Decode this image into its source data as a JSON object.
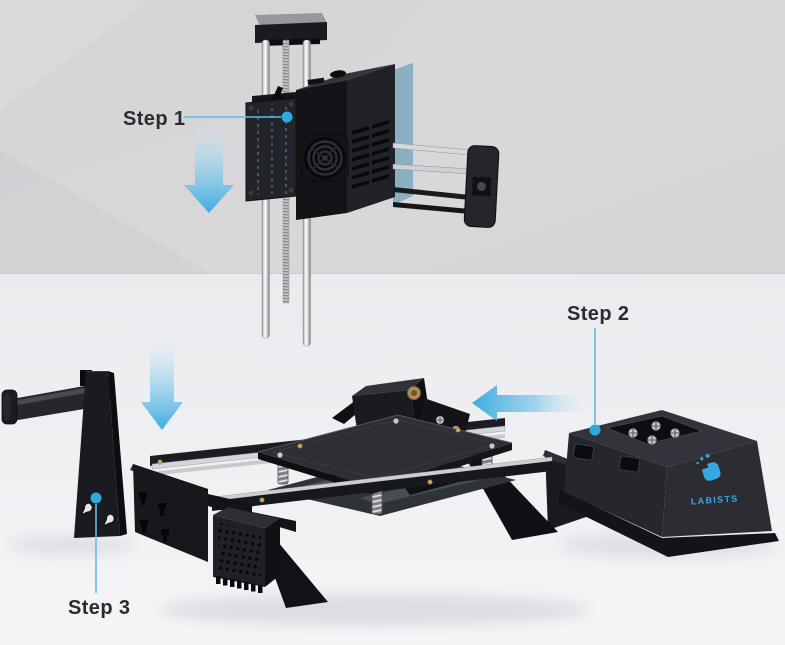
{
  "diagram": {
    "type": "assembly-instructions",
    "steps": [
      {
        "label": "Step 1",
        "part": "extruder-gantry-on-z-tower",
        "arrow": "down"
      },
      {
        "label": "Step 2",
        "part": "control-base-unit",
        "arrow": "left"
      },
      {
        "label": "Step 3",
        "part": "filament-spool-holder",
        "arrow": "down"
      }
    ],
    "brand": {
      "name": "LABISTS"
    },
    "colors": {
      "accent_blue": "#38ace0",
      "arrow_blue": "#3dacdf",
      "logo_blue": "#3aa8e0",
      "label_text": "#2c2b31",
      "wall": "#d6d5d7",
      "floor": "#f0f1f4",
      "machine_black": "#17181c"
    }
  }
}
